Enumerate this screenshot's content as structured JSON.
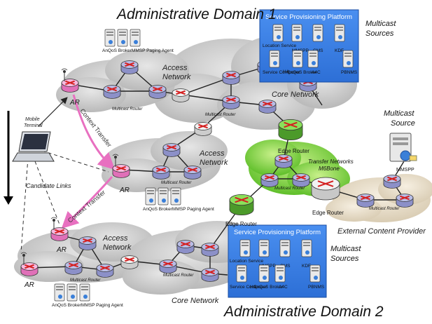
{
  "domains": {
    "top": "Administrative Domain 1",
    "bottom": "Administrative Domain 2"
  },
  "spp": {
    "title": "Service Provisioning Platform",
    "servers": [
      "Location Service",
      "MMSPP",
      "CMS",
      "KDF",
      "Service Composer",
      "HA",
      "CnQoS Broker",
      "A4C",
      "PBNMS"
    ]
  },
  "multicast_sources_label": "Multicast Sources",
  "multicast_source_label": "Multicast Source",
  "mmspp_label": "MMSPP",
  "access_server_labels": [
    "AnQoS Broker",
    "MMSP",
    "Paging Agent"
  ],
  "network_labels": {
    "access": "Access Network",
    "core": "Core Network"
  },
  "router_labels": {
    "multicast": "Multicast Router",
    "edge": "Edge Router",
    "ar": "AR"
  },
  "transfer_label": "Transfer Networks M6Bone",
  "external_label": "External Content Provider",
  "mobile_terminal": "Mobile Terminal",
  "candidate_links": "Candidate Links",
  "context_transfer": "Context Transfer"
}
